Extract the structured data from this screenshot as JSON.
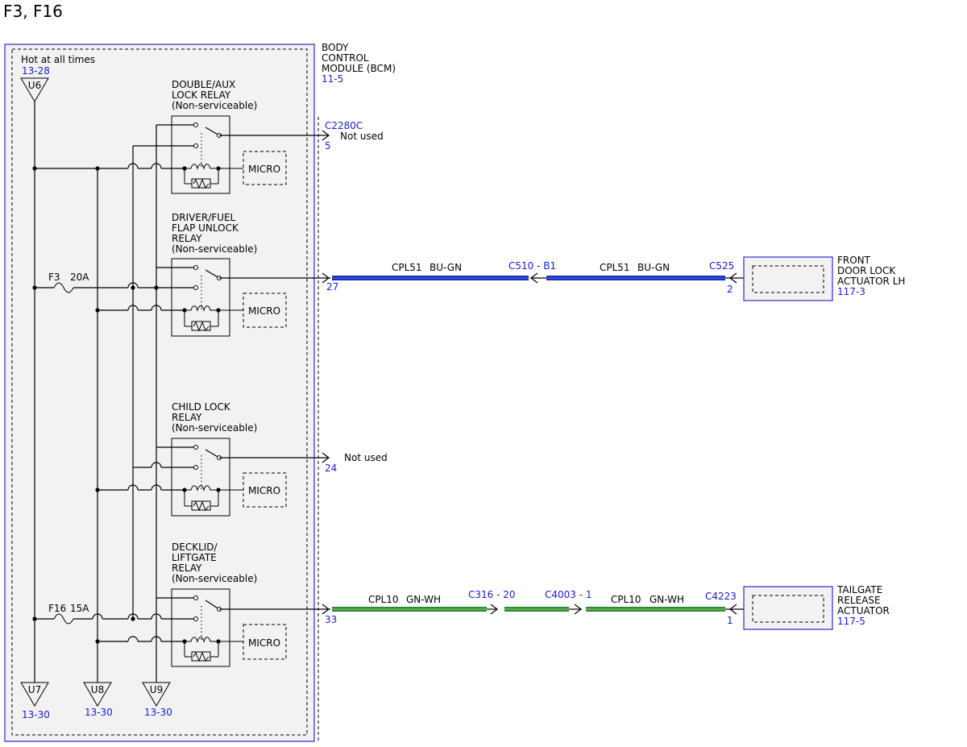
{
  "title": "F3, F16",
  "bcm": {
    "label_lines": [
      "BODY",
      "CONTROL",
      "MODULE (BCM)"
    ],
    "ref": "11-5"
  },
  "power": {
    "label": "Hot at all times",
    "ref": "13-28",
    "connector": "U6"
  },
  "relays": [
    {
      "name_lines": [
        "DOUBLE/AUX",
        "LOCK RELAY",
        "(Non-serviceable)"
      ],
      "micro": "MICRO"
    },
    {
      "name_lines": [
        "DRIVER/FUEL",
        "FLAP UNLOCK",
        "RELAY",
        "(Non-serviceable)"
      ],
      "micro": "MICRO"
    },
    {
      "name_lines": [
        "CHILD LOCK",
        "RELAY",
        "(Non-serviceable)"
      ],
      "micro": "MICRO"
    },
    {
      "name_lines": [
        "DECKLID/",
        "LIFTGATE",
        "RELAY",
        "(Non-serviceable)"
      ],
      "micro": "MICRO"
    }
  ],
  "fuses": [
    {
      "name": "F3",
      "rating": "20A"
    },
    {
      "name": "F16",
      "rating": "15A"
    }
  ],
  "grounds": [
    {
      "connector": "U7",
      "ref": "13-30"
    },
    {
      "connector": "U8",
      "ref": "13-30"
    },
    {
      "connector": "U9",
      "ref": "13-30"
    }
  ],
  "outputs": {
    "c2280c": {
      "connector": "C2280C",
      "pin": "5",
      "note": "Not used"
    },
    "pin24": {
      "pin": "24",
      "note": "Not used"
    },
    "front": {
      "bcm_pin": "27",
      "wire1": {
        "circuit": "CPL51",
        "color": "BU-GN"
      },
      "inline": "C510 - B1",
      "wire2": {
        "circuit": "CPL51",
        "color": "BU-GN"
      },
      "end_connector": "C525",
      "end_pin": "2",
      "component_lines": [
        "FRONT",
        "DOOR LOCK",
        "ACTUATOR LH"
      ],
      "component_ref": "117-3"
    },
    "tailgate": {
      "bcm_pin": "33",
      "wire1": {
        "circuit": "CPL10",
        "color": "GN-WH"
      },
      "inline1": "C316 - 20",
      "inline2": "C4003 - 1",
      "wire2": {
        "circuit": "CPL10",
        "color": "GN-WH"
      },
      "end_connector": "C4223",
      "end_pin": "1",
      "component_lines": [
        "TAILGATE",
        "RELEASE",
        "ACTUATOR"
      ],
      "component_ref": "117-5"
    }
  },
  "colors": {
    "wire_blue": "#1a2fb8",
    "wire_green": "#2f8a2f",
    "ref_text": "#1a1ad6",
    "module_border": "#2b2bd0",
    "module_fill": "#f2f2f2"
  }
}
